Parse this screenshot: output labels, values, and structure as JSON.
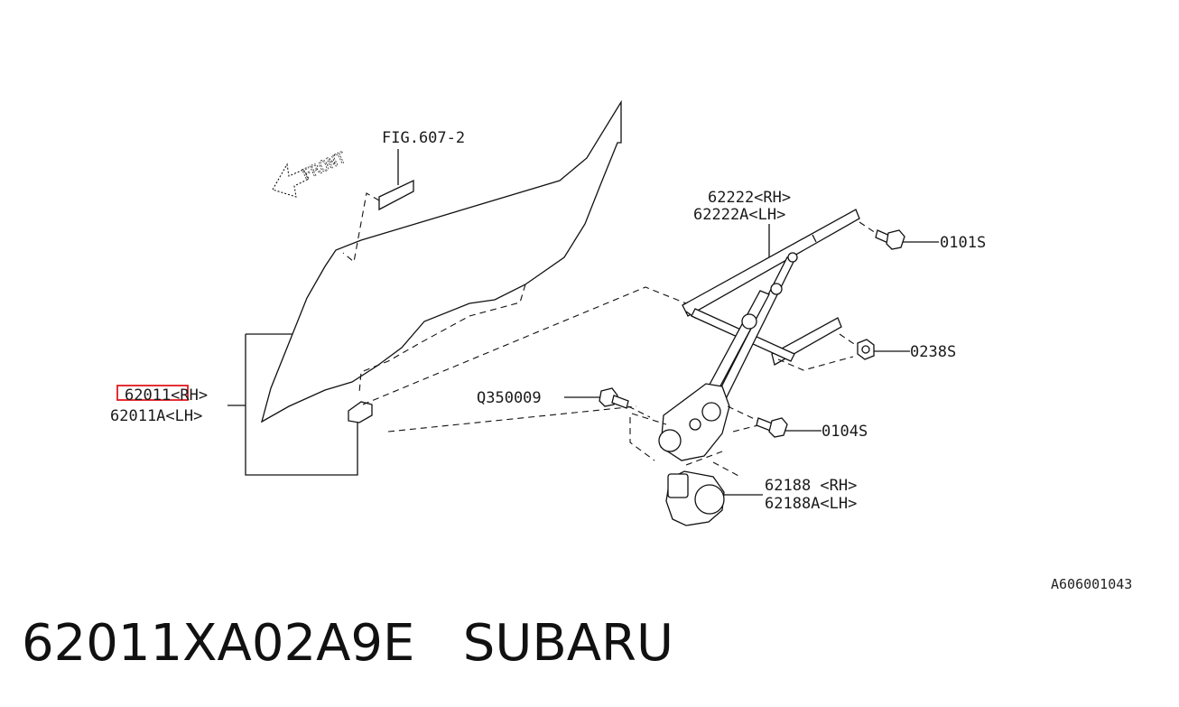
{
  "labels": {
    "fig_ref": "FIG.607-2",
    "front": "FRONT",
    "glass_rh": "62011<RH>",
    "glass_lh": "62011A<LH>",
    "regulator_rh": "62222<RH>",
    "regulator_lh": "62222A<LH>",
    "bolt_0101": "0101S",
    "nut_0238": "0238S",
    "bolt_q350": "Q350009",
    "bolt_0104": "0104S",
    "motor_rh": "62188 <RH>",
    "motor_lh": "62188A<LH>"
  },
  "diagram_code": "A606001043",
  "part_title": "62011XA02A9E   SUBARU",
  "highlight_color": "#e0191e"
}
